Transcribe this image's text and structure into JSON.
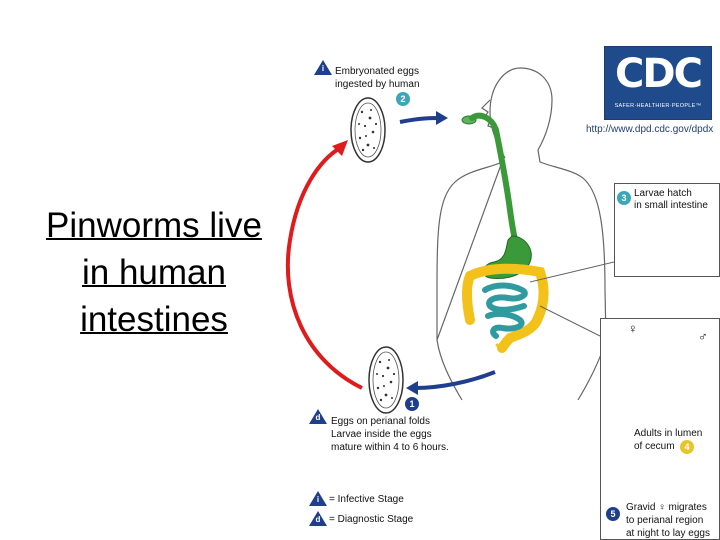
{
  "title": {
    "line1": "Pinworms live",
    "line2": "in human",
    "line3": "intestines"
  },
  "logo": {
    "name": "CDC",
    "tagline": "SAFER·HEALTHIER·PEOPLE™"
  },
  "url": "http://www.dpd.cdc.gov/dpdx",
  "stages": {
    "ingested": {
      "marker": "i",
      "line1": "Embryonated eggs",
      "line2": "ingested by human",
      "number": "2"
    },
    "hatch": {
      "number": "3",
      "line1": "Larvae hatch",
      "line2": "in small intestine"
    },
    "adults": {
      "line1": "Adults in lumen",
      "line2": "of cecum",
      "number": "4",
      "female": "♀",
      "male": "♂"
    },
    "gravid": {
      "number": "5",
      "line1": "Gravid ♀ migrates",
      "line2": "to perianal region",
      "line3": "at night to lay eggs"
    },
    "perianal": {
      "marker": "d",
      "number": "1",
      "line1": "Eggs on perianal folds",
      "line2": "Larvae inside the eggs",
      "line3": "mature within 4 to 6 hours."
    }
  },
  "legend": {
    "infective_marker": "i",
    "infective_label": "= Infective Stage",
    "diagnostic_marker": "d",
    "diagnostic_label": "= Diagnostic Stage"
  },
  "colors": {
    "logo_blue": "#1f4a8c",
    "badge_blue": "#1f3f8c",
    "cycle_arrow_red": "#e01b1b",
    "flow_arrow_blue": "#1f3f8c",
    "esophagus_green": "#3a9a3a",
    "small_intestine_teal": "#2f9aa0",
    "large_intestine_yellow": "#f2c21b"
  }
}
